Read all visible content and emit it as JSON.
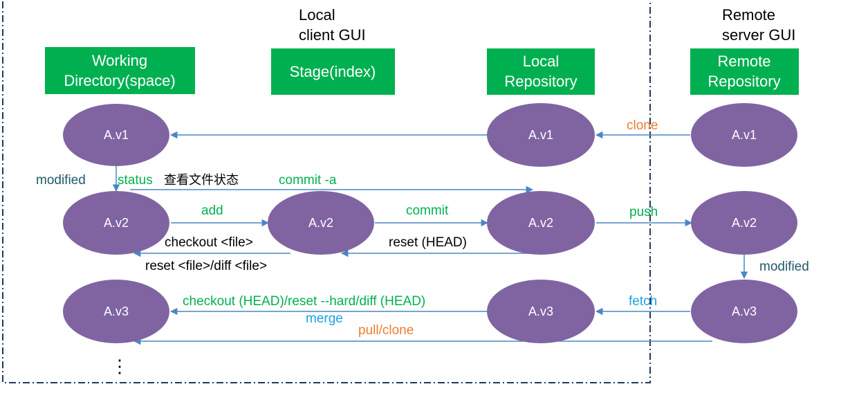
{
  "titles": {
    "local": [
      "Local",
      "client  GUI"
    ],
    "remote": [
      "Remote",
      "server  GUI"
    ]
  },
  "headers": {
    "working": [
      "Working",
      "Directory(space)"
    ],
    "stage": [
      "Stage(index)"
    ],
    "local_repo": [
      "Local",
      "Repository"
    ],
    "remote_repo": [
      "Remote",
      "Repository"
    ]
  },
  "nodes": {
    "wd_v1": "A.v1",
    "lr_v1": "A.v1",
    "rr_v1": "A.v1",
    "wd_v2": "A.v2",
    "st_v2": "A.v2",
    "lr_v2": "A.v2",
    "rr_v2": "A.v2",
    "wd_v3": "A.v3",
    "lr_v3": "A.v3",
    "rr_v3": "A.v3"
  },
  "labels": {
    "clone": "clone",
    "modified_left": "modified",
    "status": "status",
    "status_cn": "查看文件状态",
    "commit_a": "commit -a",
    "add": "add",
    "commit": "commit",
    "push": "push",
    "checkout_file": "checkout <file>",
    "reset_head": "reset (HEAD)",
    "reset_file": "reset <file>/diff <file>",
    "modified_right": "modified",
    "checkout_head": "checkout (HEAD)/reset --hard/diff (HEAD)",
    "fetch": "fetch",
    "merge": "merge",
    "pull_clone": "pull/clone",
    "ellipsis": "⋮"
  },
  "colors": {
    "node_fill": "#8064a2",
    "header_fill": "#00b050",
    "arrow": "#5b9bd5",
    "frame": "#1f3864",
    "green": "#00b050",
    "orange": "#ed7d31",
    "blue": "#1ba1e2",
    "teal": "#215a6b"
  }
}
